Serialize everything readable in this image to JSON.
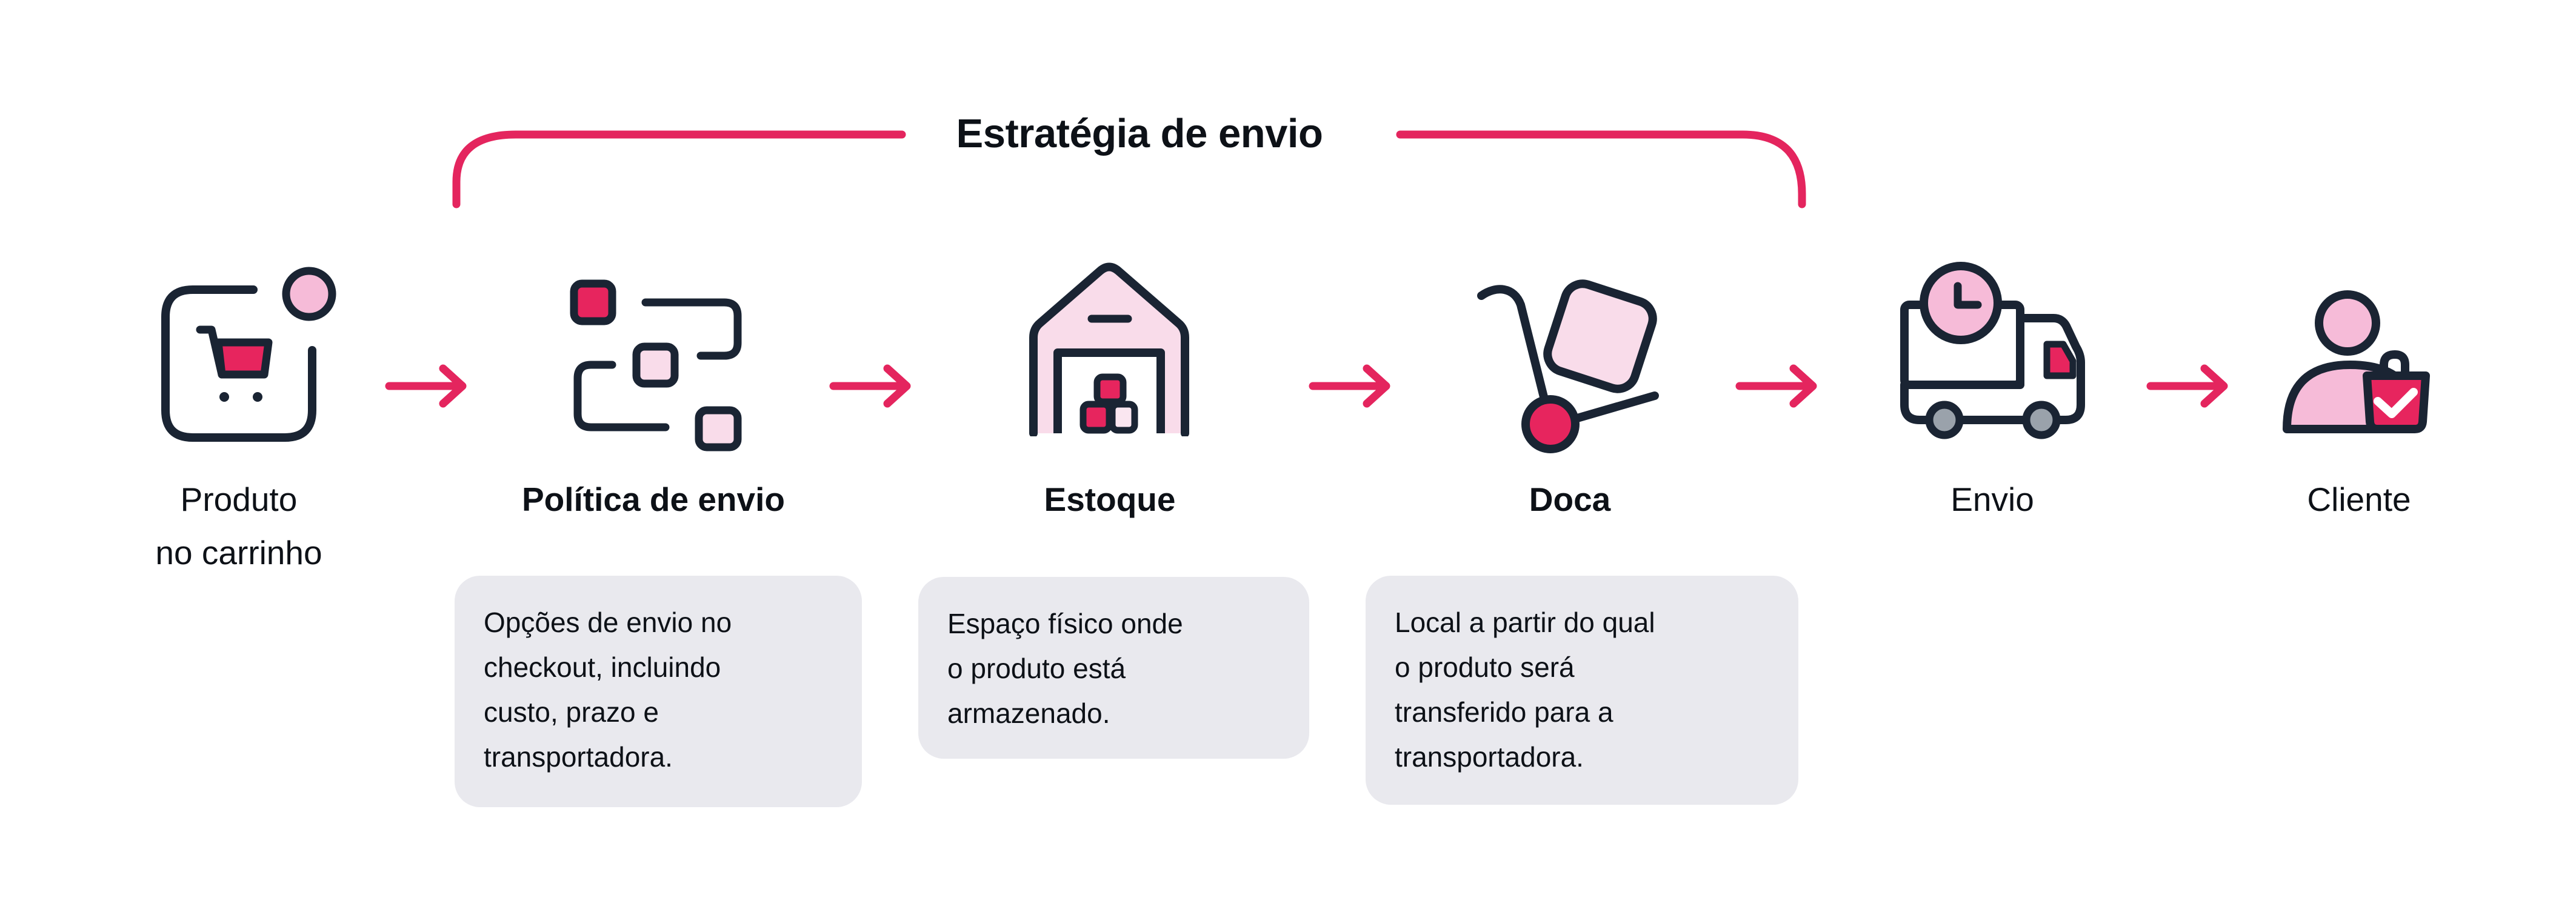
{
  "diagram": {
    "title": "Estratégia de envio",
    "steps": [
      {
        "label": "Produto\nno carrinho",
        "icon": "cart-icon",
        "bold": false,
        "description": ""
      },
      {
        "label": "Política de envio",
        "icon": "shipping-policy-icon",
        "bold": true,
        "description": "Opções de envio no\ncheckout, incluindo\ncusto, prazo e\ntransportadora."
      },
      {
        "label": "Estoque",
        "icon": "warehouse-icon",
        "bold": true,
        "description": "Espaço físico onde\no produto está\narmazenado."
      },
      {
        "label": "Doca",
        "icon": "dolly-icon",
        "bold": true,
        "description": "Local a partir do qual\no produto será\ntransferido para a\ntransportadora."
      },
      {
        "label": "Envio",
        "icon": "delivery-truck-icon",
        "bold": false,
        "description": ""
      },
      {
        "label": "Cliente",
        "icon": "customer-icon",
        "bold": false,
        "description": ""
      }
    ],
    "colors": {
      "accent_pink": "#E4255E",
      "magenta_fill": "#E7255E",
      "light_pink": "#F9DCEA",
      "medium_pink": "#F6BBD8",
      "outline_navy": "#1A2433",
      "box_gray": "#E9E9EE",
      "wheel_gray": "#9AA2AB",
      "text_black": "#0d1117"
    }
  }
}
